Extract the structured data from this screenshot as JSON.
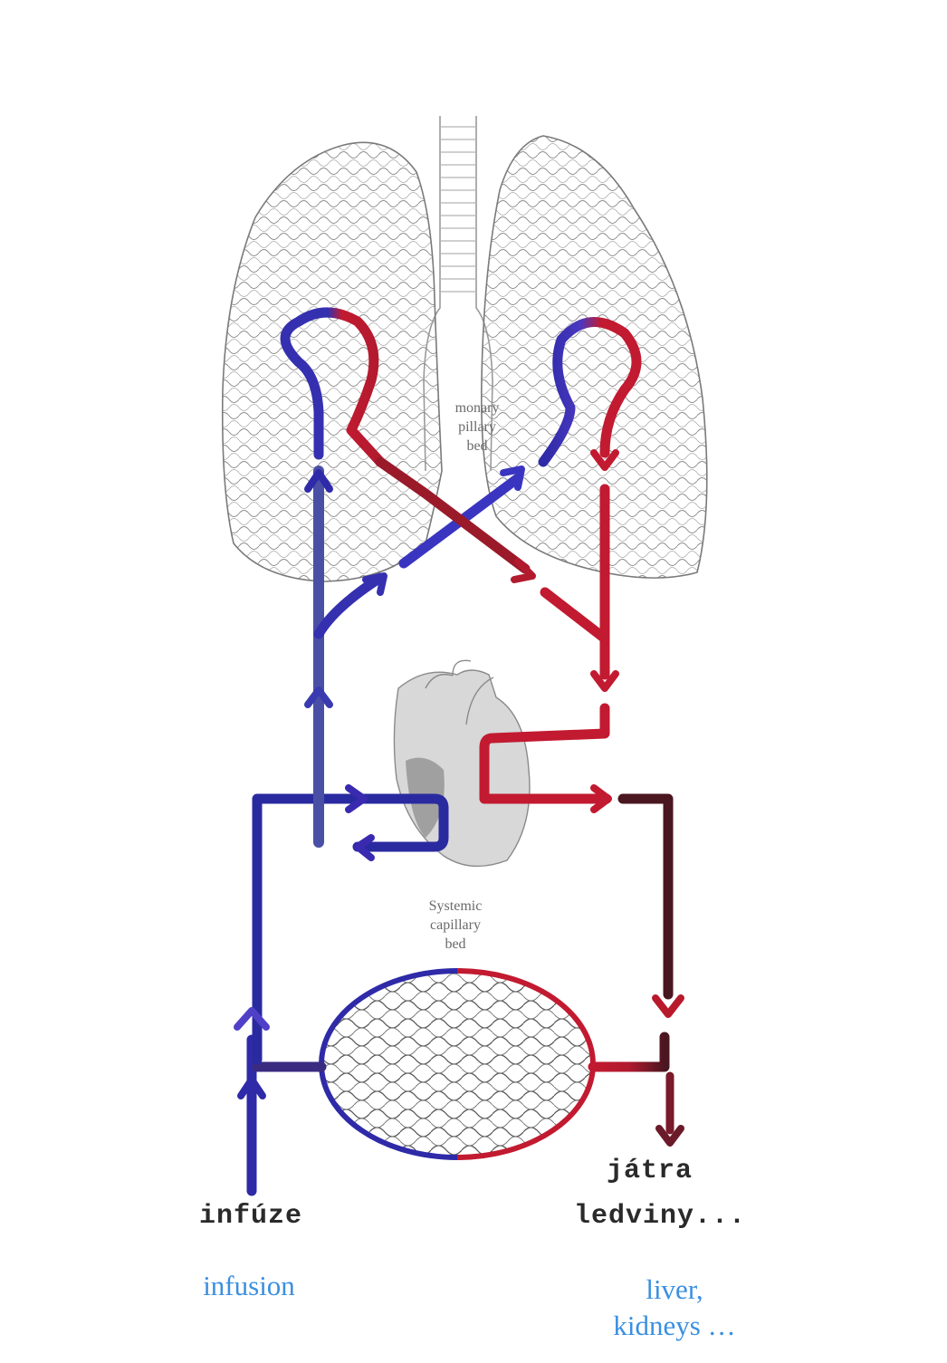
{
  "labels": {
    "pulmonary_line1": "monary",
    "pulmonary_line2": "pillary",
    "pulmonary_line3": "bed",
    "systemic_line1": "Systemic",
    "systemic_line2": "capillary",
    "systemic_line3": "bed",
    "infuze": "infúze",
    "jatra": "játra",
    "ledviny": "ledviny...",
    "infusion_en": "infusion",
    "liver_en": "liver,",
    "kidneys_en": "kidneys …"
  },
  "colors": {
    "venous_blue": "#2e2aa8",
    "arterial_red": "#c21a30",
    "dark_maroon": "#4a1620",
    "english_text": "#3b8fe0",
    "organ_sketch": "#8a8a8a"
  }
}
